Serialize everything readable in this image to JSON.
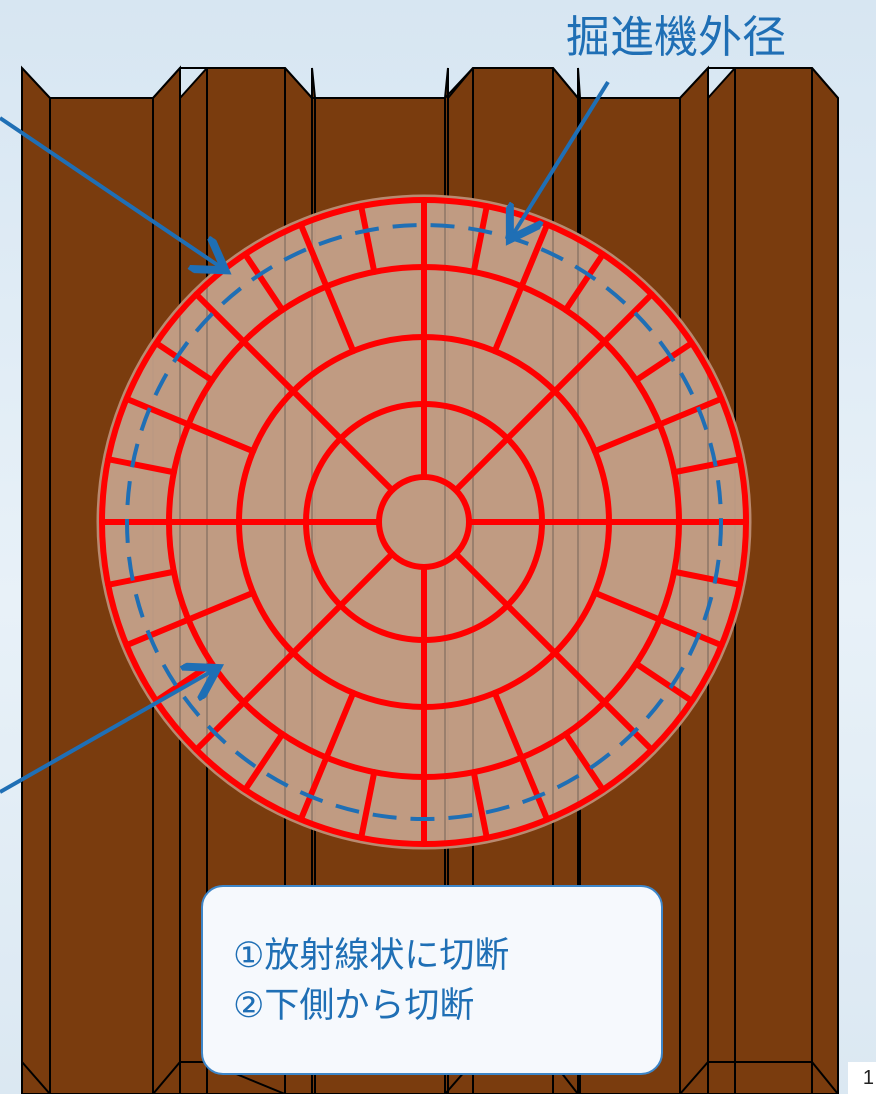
{
  "labels": {
    "outer_diameter": "掘進機外径"
  },
  "callout": {
    "line1": "①放射線状に切断",
    "line2": "②下側から切断"
  },
  "page_number": "1",
  "colors": {
    "pile": "#7a3c0e",
    "cut_line": "#ff0000",
    "circle_fill": "#c29e86",
    "dashed_outline": "#1f6fb5",
    "arrow": "#1f6fb5",
    "text_blue": "#1f6fb5"
  }
}
